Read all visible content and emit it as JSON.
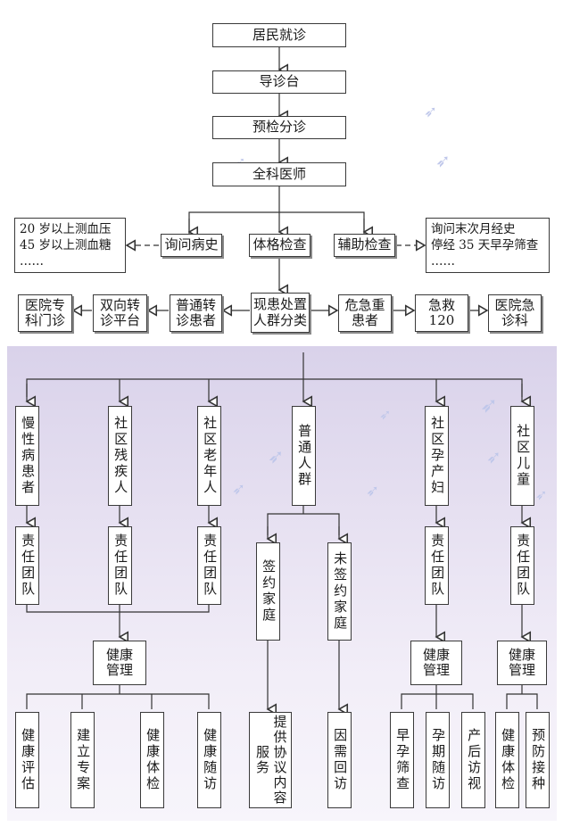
{
  "flow": {
    "step1": "居民就诊",
    "step2": "导诊台",
    "step3": "预检分诊",
    "step4": "全科医师",
    "history": "询问病史",
    "physical_exam": "体格检查",
    "aux_exam": "辅助检查",
    "left_note": "20 岁以上测血压\n45 岁以上测血糖\n……",
    "right_note": "询问末次月经史\n停经 35 天早孕筛查\n……",
    "classify": "现患处置\n人群分类",
    "referral_normal": "普通转\n诊患者",
    "two_way": "双向转\n诊平台",
    "specialist": "医院专\n科门诊",
    "critical": "危急重\n患者",
    "emergency": "急救\n120",
    "hospital_er": "医院急\n诊科"
  },
  "groups": {
    "chronic": "慢性病患者",
    "disabled": "社区残疾人",
    "elderly": "社区老年人",
    "general": "普通人群",
    "maternal": "社区孕产妇",
    "children": "社区儿童"
  },
  "teams": {
    "team": "责任团队"
  },
  "general_split": {
    "signed": "签约家庭",
    "unsigned": "未签约家庭"
  },
  "management": {
    "health_mgmt": "健康\n管理"
  },
  "outcomes": {
    "eval": "健康评估",
    "file": "建立专案",
    "checkup": "健康体检",
    "followup": "健康随访",
    "contract": "提供协议内容服务",
    "on_demand": "因需回访",
    "early_preg": "早孕筛查",
    "preg_visit": "孕期随访",
    "postpartum": "产后访视",
    "child_checkup": "健康体检",
    "vaccination": "预防接种"
  }
}
